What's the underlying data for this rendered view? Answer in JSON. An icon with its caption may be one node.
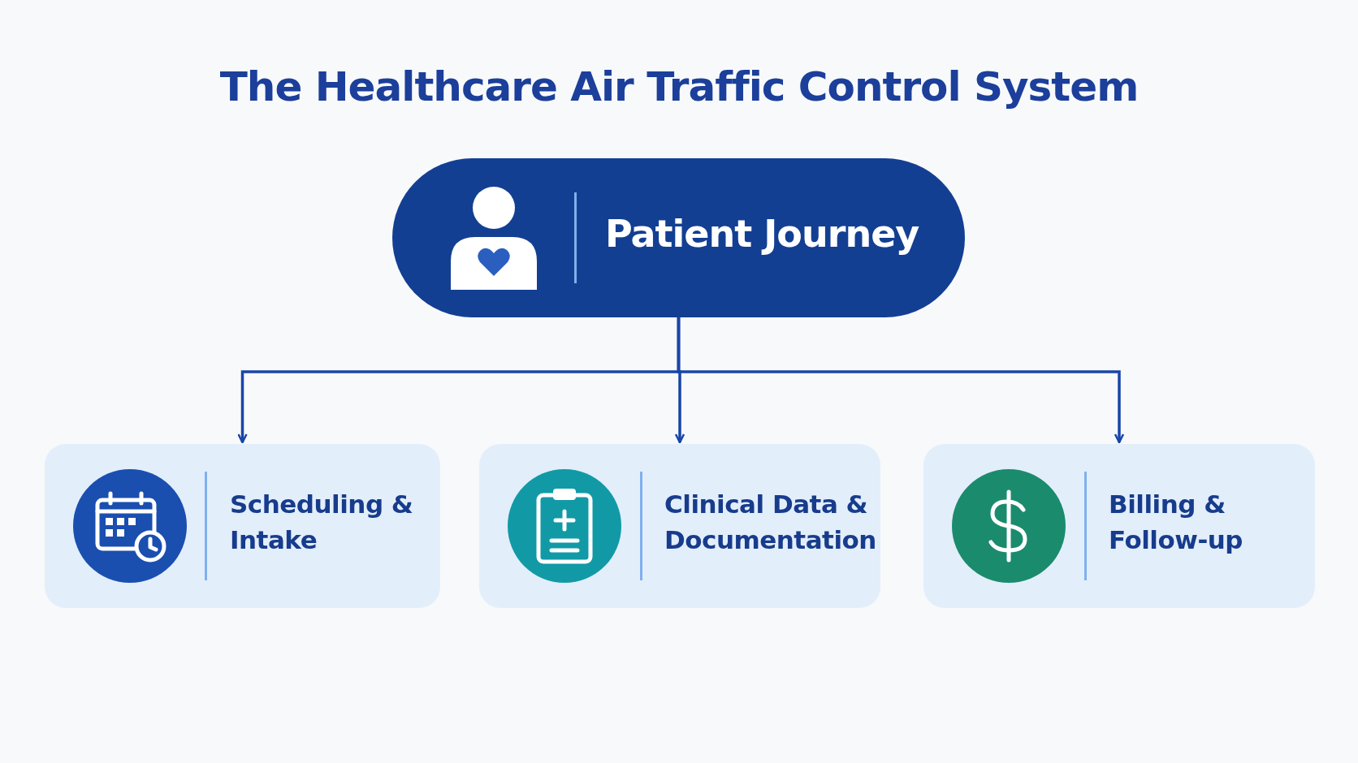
{
  "diagram": {
    "title": "The Healthcare Air Traffic Control System",
    "nodes": [
      {
        "text": [
          "Patient Journey"
        ]
      },
      {
        "text": [
          "Scheduling & Intake"
        ]
      },
      {
        "text": [
          "Clinical Data & Documentation"
        ]
      },
      {
        "text": [
          "Billing & Follow-up"
        ]
      }
    ],
    "edges": [
      {
        "from": 0,
        "to": 1,
        "arrow": "to"
      },
      {
        "from": 0,
        "to": 2,
        "arrow": "to"
      },
      {
        "from": 0,
        "to": 3,
        "arrow": "to"
      }
    ]
  }
}
